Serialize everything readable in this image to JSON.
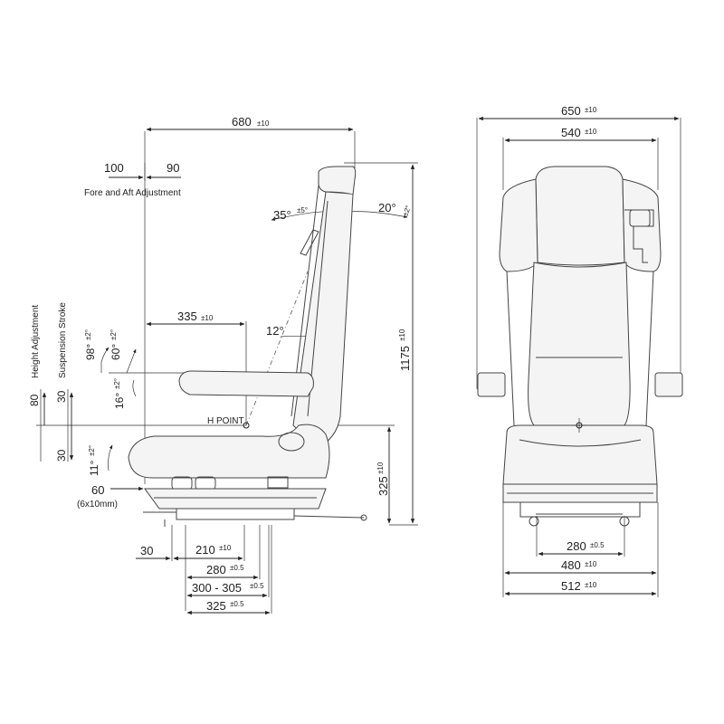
{
  "side_view": {
    "dimensions": {
      "overall_length": {
        "value": "680",
        "tol": "±10"
      },
      "fore_aft_back": "100",
      "fore_aft_front": "90",
      "fore_aft_label": "Fore and Aft Adjustment",
      "backrest_recline_back": {
        "value": "35°",
        "tol": "±5°"
      },
      "backrest_recline_front": {
        "value": "20°",
        "tol": "±2°"
      },
      "overall_height": {
        "value": "1175",
        "tol": "±10"
      },
      "h_point_to_back": {
        "value": "335",
        "tol": "±10"
      },
      "backrest_angle": "12°",
      "armrest_up": {
        "value": "98°",
        "tol": "±2°"
      },
      "armrest_mid": {
        "value": "60°",
        "tol": "±2°"
      },
      "armrest_down": {
        "value": "16°",
        "tol": "±2°"
      },
      "height_adjustment_label": "Height Adjustment",
      "suspension_stroke_label": "Suspension Stroke",
      "height_adjustment_value": "80",
      "suspension_up": "30",
      "suspension_down": "30",
      "h_point_label": "H POINT",
      "cushion_tilt": {
        "value": "11°",
        "tol": "±2°"
      },
      "cushion_extension": "60",
      "cushion_extension_note": "(6x10mm)",
      "seat_height": {
        "value": "325",
        "tol": "±10"
      },
      "rail_offset": "30",
      "rail_210": {
        "value": "210",
        "tol": "±10"
      },
      "rail_280": {
        "value": "280",
        "tol": "±0.5"
      },
      "rail_range": {
        "value": "300 - 305",
        "tol": "±0.5"
      },
      "rail_325": {
        "value": "325",
        "tol": "±0.5"
      }
    }
  },
  "front_view": {
    "dimensions": {
      "overall_width": {
        "value": "650",
        "tol": "±10"
      },
      "backrest_width": {
        "value": "540",
        "tol": "±10"
      },
      "mount_width": {
        "value": "280",
        "tol": "±0.5"
      },
      "base_width": {
        "value": "480",
        "tol": "±10"
      },
      "frame_width": {
        "value": "512",
        "tol": "±10"
      }
    }
  }
}
